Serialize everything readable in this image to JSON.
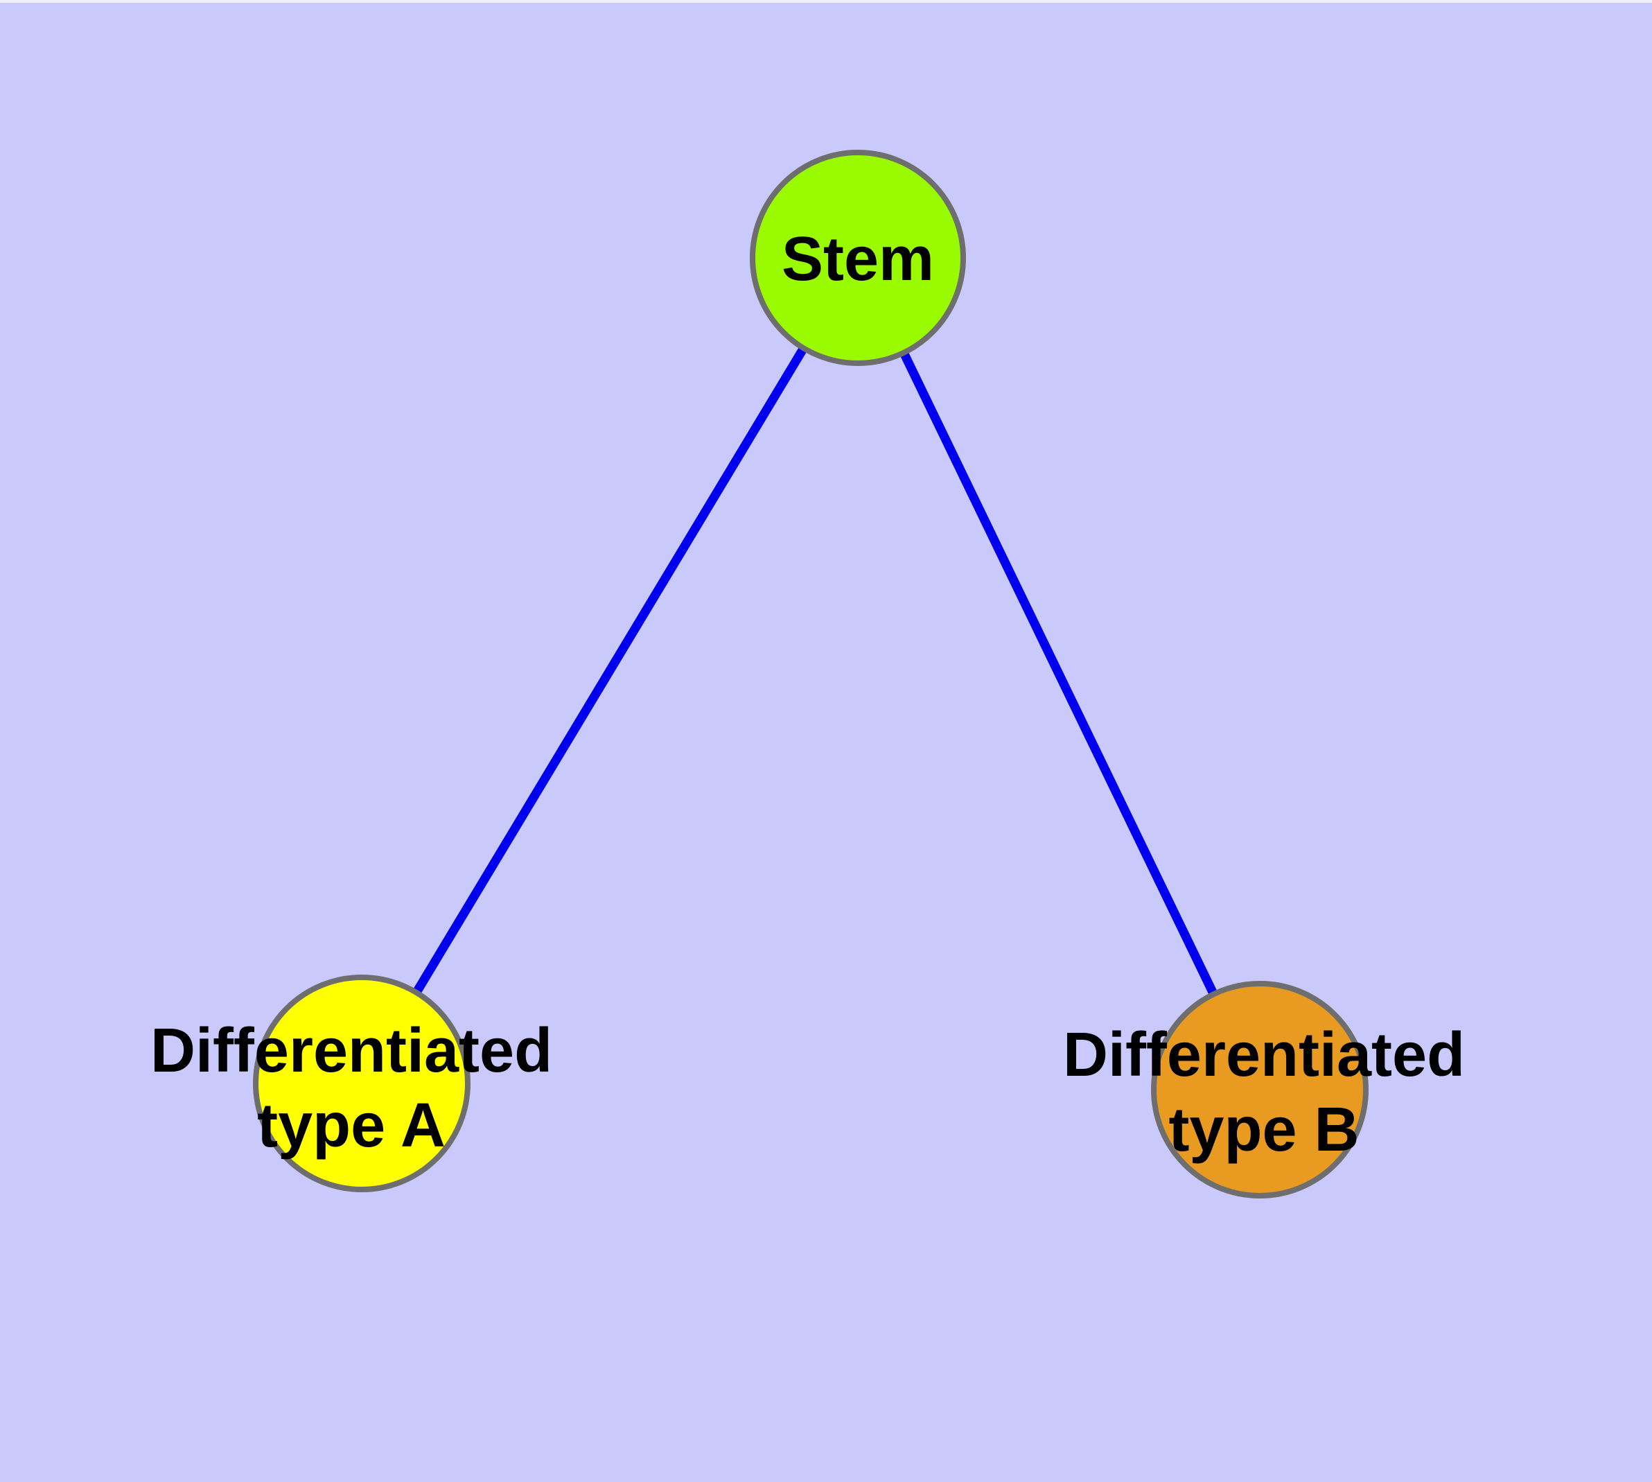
{
  "diagram": {
    "style": {
      "background_color": "#c9c9fb",
      "edge_color": "#0000ee",
      "node_border_color": "#6e6e6e",
      "text_color": "#000000"
    },
    "nodes": [
      {
        "id": "stem",
        "label": "Stem",
        "color": "#9afb00"
      },
      {
        "id": "differentiated-type-a",
        "label": "Differentiated\ntype A",
        "color": "#ffff00"
      },
      {
        "id": "differentiated-type-b",
        "label": "Differentiated\ntype B",
        "color": "#e89b20"
      }
    ],
    "edges": [
      {
        "from": "stem",
        "to": "differentiated-type-a"
      },
      {
        "from": "stem",
        "to": "differentiated-type-b"
      }
    ]
  }
}
